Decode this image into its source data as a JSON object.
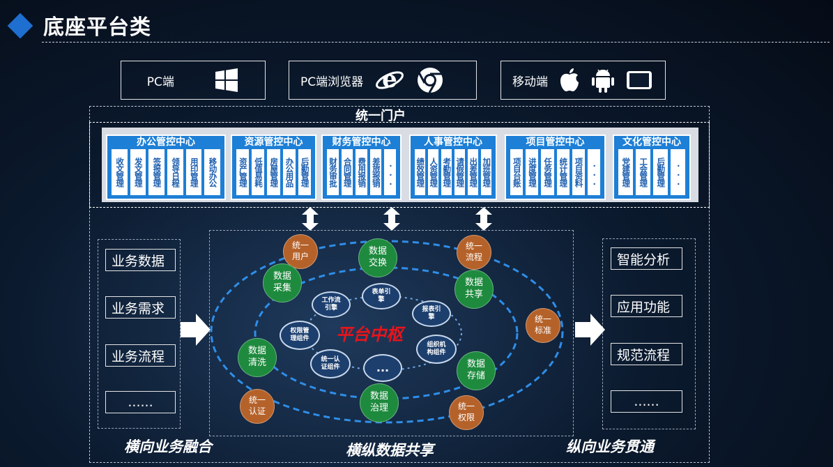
{
  "title": "底座平台类",
  "clients": {
    "pc": "PC端",
    "browser": "PC端浏览器",
    "mobile": "移动端",
    "icons": [
      "windows-icon",
      "ie-icon",
      "chrome-icon",
      "apple-icon",
      "android-icon",
      "tablet-icon"
    ]
  },
  "portal": {
    "title": "统一门户",
    "centers": [
      {
        "title": "办公管控中心",
        "items": [
          "收文管理",
          "发文管理",
          "签报管理",
          "领导日程",
          "用印管理",
          "移动办公"
        ]
      },
      {
        "title": "资源管控中心",
        "items": [
          "资产管理",
          "低值易耗",
          "房屋管理",
          "办公用品",
          "后勤管理"
        ]
      },
      {
        "title": "财务管控中心",
        "items": [
          "财务审批",
          "合同管理",
          "费用报销",
          "差旅报销",
          "..."
        ]
      },
      {
        "title": "人事管控中心",
        "items": [
          "绩效管理",
          "人资管理",
          "考勤管理",
          "请假管理",
          "出差管理",
          "加班管理"
        ]
      },
      {
        "title": "项目管控中心",
        "items": [
          "项目台账",
          "进度管理",
          "任务管理",
          "统计管理",
          "项目资料",
          "..."
        ]
      },
      {
        "title": "文化管控中心",
        "items": [
          "党建管理",
          "工会管理",
          "后勤管理",
          "..."
        ]
      }
    ]
  },
  "left_items": [
    "业务数据",
    "业务需求",
    "业务流程",
    "......"
  ],
  "right_items": [
    "智能分析",
    "应用功能",
    "规范流程",
    "......"
  ],
  "hub": {
    "title": "平台中枢",
    "circles": [
      {
        "label": "统一\n用户",
        "kind": "orange"
      },
      {
        "label": "数据\n交换",
        "kind": "green"
      },
      {
        "label": "统一\n流程",
        "kind": "orange"
      },
      {
        "label": "数据\n采集",
        "kind": "green"
      },
      {
        "label": "数据\n共享",
        "kind": "green"
      },
      {
        "label": "统一\n标准",
        "kind": "orange"
      },
      {
        "label": "数据\n清洗",
        "kind": "green"
      },
      {
        "label": "数据\n存储",
        "kind": "green"
      },
      {
        "label": "统一\n认证",
        "kind": "orange"
      },
      {
        "label": "数据\n治理",
        "kind": "green"
      },
      {
        "label": "统一\n权限",
        "kind": "orange"
      }
    ],
    "engines": [
      {
        "label": "工作流\n引擎"
      },
      {
        "label": "表单引\n擎"
      },
      {
        "label": "报表引\n擎"
      },
      {
        "label": "权限管\n理组件"
      },
      {
        "label": "组织机\n构组件"
      },
      {
        "label": "统一认\n证组件"
      },
      {
        "label": "..."
      }
    ]
  },
  "bottom": {
    "left": "横向业务融合",
    "center": "横纵数据共享",
    "right": "纵向业务贯通"
  },
  "colors": {
    "accent_blue": "#1d7fd6",
    "green": "#1e8a3e",
    "orange": "#b5622a",
    "engine": "#1c3f6e",
    "hub_red": "#e8141b"
  }
}
